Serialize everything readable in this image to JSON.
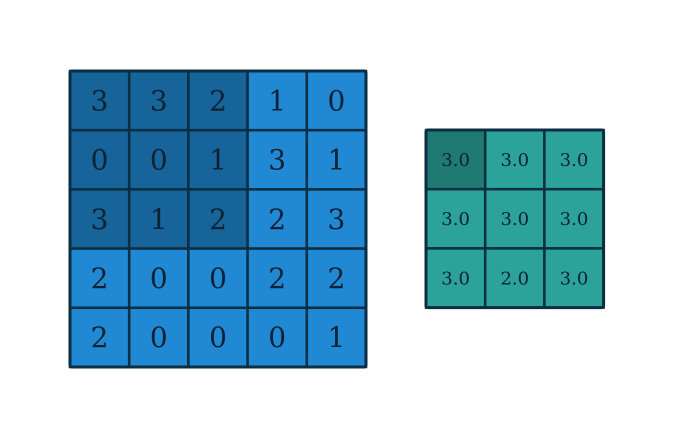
{
  "colors": {
    "background": "#ffffff",
    "input_cell": "#2188d4",
    "input_cell_highlight": "#16649a",
    "output_cell": "#2ba39a",
    "output_cell_highlight": "#1f7a73",
    "grid_stroke": "#0b2e42",
    "text": "#0f2233"
  },
  "input": {
    "rows": [
      [
        "3",
        "3",
        "2",
        "1",
        "0"
      ],
      [
        "0",
        "0",
        "1",
        "3",
        "1"
      ],
      [
        "3",
        "1",
        "2",
        "2",
        "3"
      ],
      [
        "2",
        "0",
        "0",
        "2",
        "2"
      ],
      [
        "2",
        "0",
        "0",
        "0",
        "1"
      ]
    ],
    "highlight": {
      "rows": [
        0,
        1,
        2
      ],
      "cols": [
        0,
        1,
        2
      ]
    }
  },
  "output": {
    "rows": [
      [
        "3.0",
        "3.0",
        "3.0"
      ],
      [
        "3.0",
        "3.0",
        "3.0"
      ],
      [
        "3.0",
        "2.0",
        "3.0"
      ]
    ],
    "highlight": {
      "rows": [
        0
      ],
      "cols": [
        0
      ]
    }
  }
}
